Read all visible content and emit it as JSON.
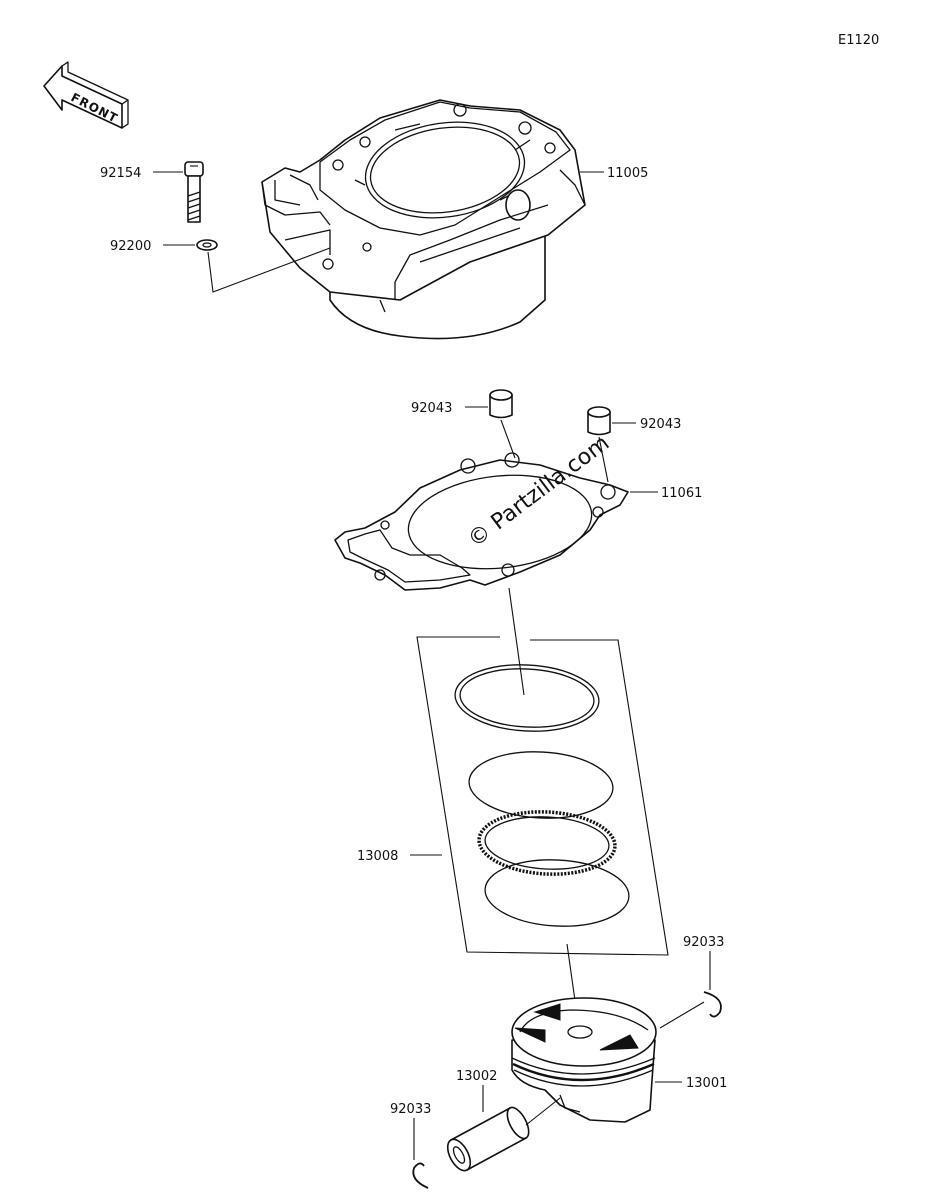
{
  "diagram_code": "E1120",
  "front_label": "FRONT",
  "watermark": "© Partzilla.com",
  "parts": {
    "bolt": "92154",
    "washer": "92200",
    "cylinder": "11005",
    "dowel_left": "92043",
    "dowel_right": "92043",
    "gasket": "11061",
    "ring_set": "13008",
    "clip_right": "92033",
    "piston": "13001",
    "pin": "13002",
    "clip_left": "92033"
  }
}
